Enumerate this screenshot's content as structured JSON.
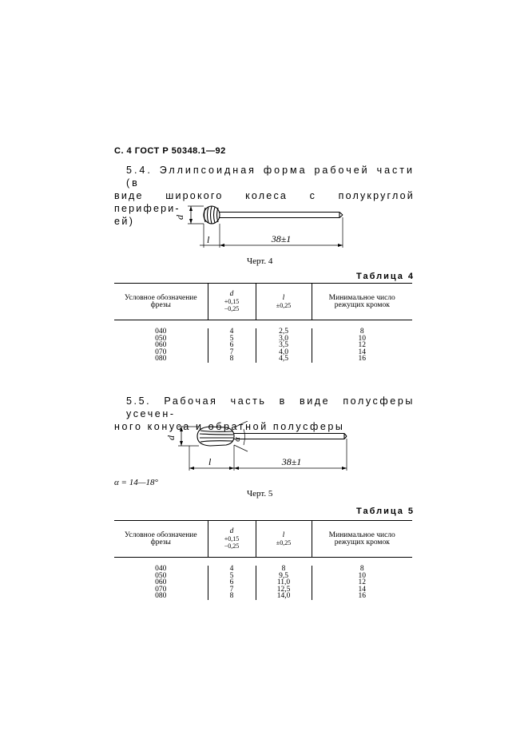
{
  "header": {
    "text": "С. 4 ГОСТ Р 50348.1—92"
  },
  "section1": {
    "line1": "5.4. Эллипсоидная форма рабочей части (в",
    "line2": "виде широкого колеса с полукруглой перифери-",
    "line3": "ей)"
  },
  "drawing1": {
    "dim_d": "d",
    "dim_l": "l",
    "dim_len": "38±1",
    "caption": "Черт. 4"
  },
  "table1": {
    "title": "Таблица 4",
    "col1": "Условное обозначение фрезы",
    "col2_name": "d",
    "col2_tol_plus": "+0,15",
    "col2_tol_minus": "−0,25",
    "col3_name": "l",
    "col3_tol": "±0,25",
    "col4": "Минимальное число режущих кромок",
    "rows": [
      [
        "040",
        "4",
        "2,5",
        "8"
      ],
      [
        "050",
        "5",
        "3,0",
        "10"
      ],
      [
        "060",
        "6",
        "3,5",
        "12"
      ],
      [
        "070",
        "7",
        "4,0",
        "14"
      ],
      [
        "080",
        "8",
        "4,5",
        "16"
      ]
    ]
  },
  "section2": {
    "line1": "5.5. Рабочая часть в виде полусферы усечен-",
    "line2": "ного конуса и обратной полусферы"
  },
  "drawing2": {
    "dim_d": "d",
    "dim_alpha": "α",
    "dim_l": "l",
    "dim_len": "38±1",
    "caption": "Черт. 5",
    "alpha_note": "α = 14—18°"
  },
  "table2": {
    "title": "Таблица 5",
    "col1": "Условное обозначение фрезы",
    "col2_name": "d",
    "col2_tol_plus": "+0,15",
    "col2_tol_minus": "−0,25",
    "col3_name": "l",
    "col3_tol": "±0,25",
    "col4": "Минимальное число режущих кромок",
    "rows": [
      [
        "040",
        "4",
        "8",
        "8"
      ],
      [
        "050",
        "5",
        "9,5",
        "10"
      ],
      [
        "060",
        "6",
        "11,0",
        "12"
      ],
      [
        "070",
        "7",
        "12,5",
        "14"
      ],
      [
        "080",
        "8",
        "14,0",
        "16"
      ]
    ]
  }
}
